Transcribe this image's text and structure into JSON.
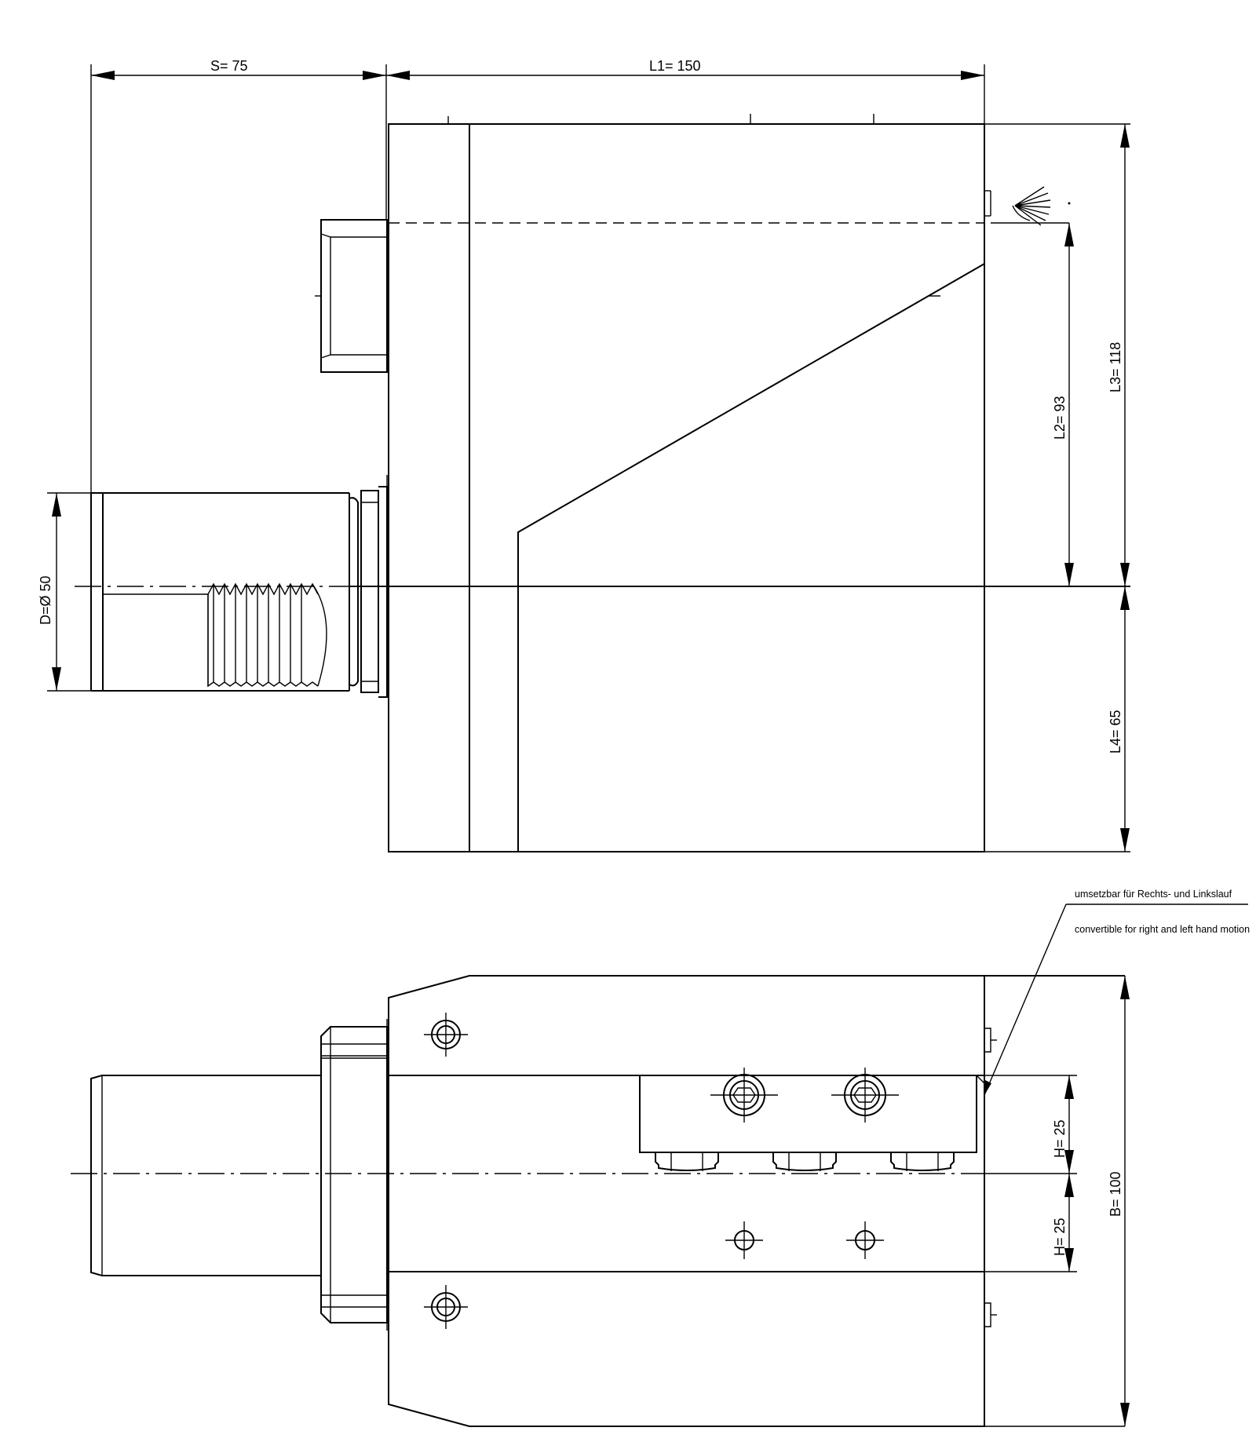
{
  "top_view": {
    "dimensions": {
      "S": "S=  75",
      "L1": "L1=   150",
      "L2": "L2=   93",
      "L3": "L3=  118",
      "L4": "L4=   65",
      "D": "D=Ø 50"
    }
  },
  "bottom_view": {
    "dimensions": {
      "H_upper": "H=  25",
      "H_lower": "H=  25",
      "B": "B=  100"
    },
    "note": {
      "line1": "umsetzbar für Rechts- und Linkslauf",
      "line2": "convertible for right and left hand motion"
    }
  }
}
